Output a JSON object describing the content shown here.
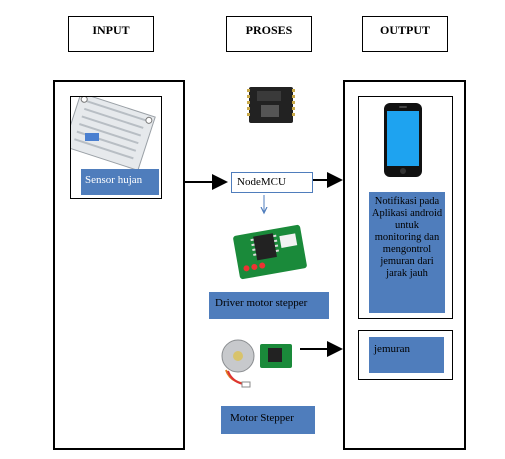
{
  "headers": {
    "input": "INPUT",
    "proses": "PROSES",
    "output": "OUTPUT"
  },
  "nodes": {
    "sensor": "Sensor hujan",
    "nodemcu": "NodeMCU",
    "driver": "Driver motor stepper",
    "motor": "Motor Stepper",
    "notifikasi": "Notifikasi pada Aplikasi android untuk monitoring dan mengontrol jemuran dari jarak jauh",
    "jemuran": "jemuran"
  },
  "colors": {
    "label_bg": "#4f7dbc",
    "label_text": "#ffffff",
    "phone_screen": "#1ea3f0"
  },
  "icons": [
    "rain-sensor-image",
    "nodemcu-board-image",
    "stepper-driver-image",
    "stepper-motor-image",
    "smartphone-icon",
    "arrow-icon"
  ]
}
